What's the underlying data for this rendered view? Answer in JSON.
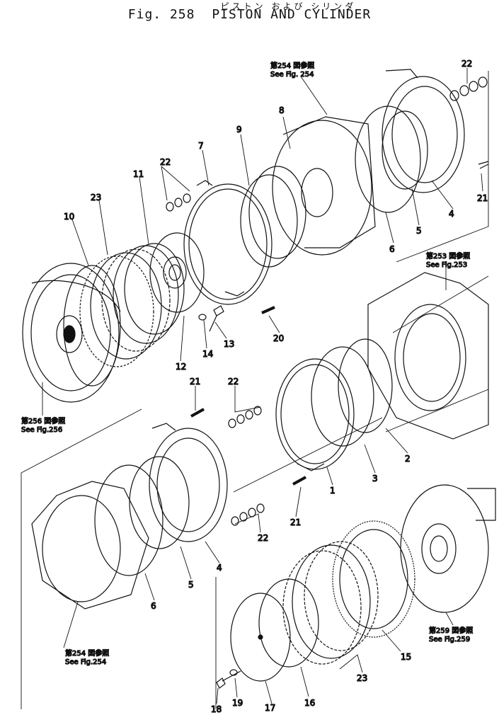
{
  "header": {
    "title_jp": "ピストン および シリンダ",
    "fig_label": "Fig. 258",
    "title_en": "PISTON AND CYLINDER"
  },
  "callouts": {
    "c1": "1",
    "c2": "2",
    "c3": "3",
    "c4a": "4",
    "c4b": "4",
    "c5a": "5",
    "c5b": "5",
    "c6a": "6",
    "c6b": "6",
    "c7": "7",
    "c8": "8",
    "c9": "9",
    "c10": "10",
    "c11": "11",
    "c12": "12",
    "c13": "13",
    "c14": "14",
    "c15": "15",
    "c16": "16",
    "c17": "17",
    "c18": "18",
    "c19": "19",
    "c20": "20",
    "c21a": "21",
    "c21b": "21",
    "c21c": "21",
    "c22a": "22",
    "c22b": "22",
    "c22c": "22",
    "c22d": "22",
    "c23a": "23",
    "c23b": "23"
  },
  "references": {
    "r254_top": {
      "jp": "第254 図参照",
      "en": "See Fig. 254"
    },
    "r253": {
      "jp": "第253 図参照",
      "en": "See Fig.253"
    },
    "r256": {
      "jp": "第256 図参照",
      "en": "See Fig.256"
    },
    "r254_bottom": {
      "jp": "第254 図参照",
      "en": "See Fig.254"
    },
    "r259": {
      "jp": "第259 図参照",
      "en": "See Fig.259"
    }
  }
}
